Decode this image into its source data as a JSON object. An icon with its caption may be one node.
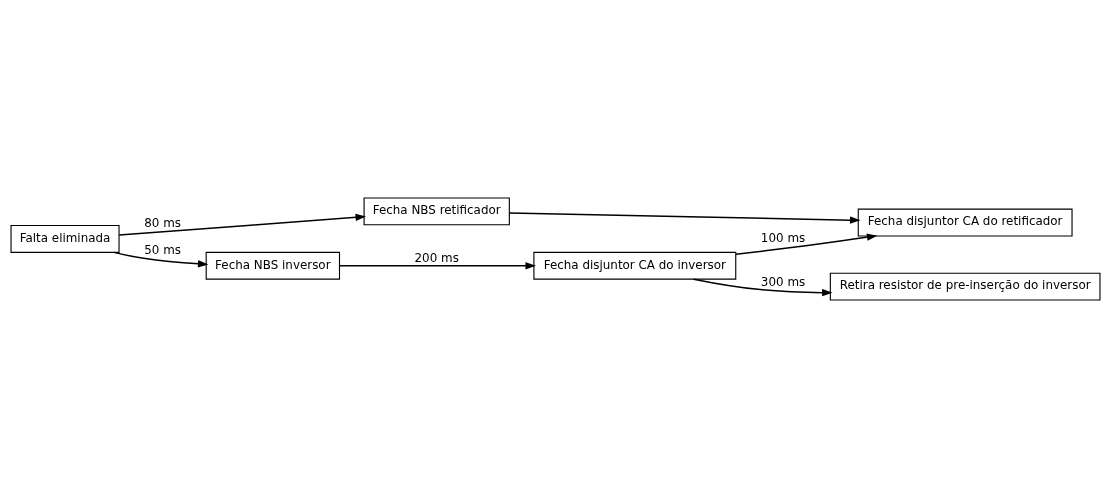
{
  "diagram": {
    "nodes": [
      {
        "text": [
          "Falta eliminada"
        ]
      },
      {
        "text": [
          "Fecha NBS retificador"
        ]
      },
      {
        "text": [
          "Fecha disjuntor CA do retificador"
        ]
      },
      {
        "text": [
          "Fecha NBS inversor"
        ]
      },
      {
        "text": [
          "Fecha disjuntor CA do inversor"
        ]
      },
      {
        "text": [
          "Retira resistor de pre-inserção do inversor"
        ]
      }
    ],
    "edges": [
      {
        "from": 0,
        "to": 1,
        "arrow": "to",
        "label": "80 ms"
      },
      {
        "from": 0,
        "to": 3,
        "arrow": "to",
        "label": "50 ms"
      },
      {
        "from": 3,
        "to": 4,
        "arrow": "to",
        "label": "200 ms"
      },
      {
        "from": 1,
        "to": 2,
        "arrow": "to"
      },
      {
        "from": 4,
        "to": 2,
        "arrow": "to",
        "label": "100 ms"
      },
      {
        "from": 4,
        "to": 5,
        "arrow": "to",
        "label": "300 ms"
      }
    ]
  }
}
